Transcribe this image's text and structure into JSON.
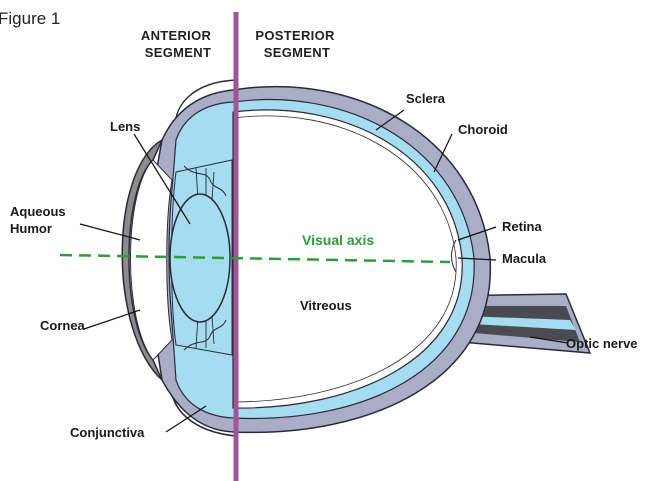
{
  "figure_label": "Figure 1",
  "segments": {
    "anterior": [
      "ANTERIOR",
      "SEGMENT"
    ],
    "posterior": [
      "POSTERIOR",
      "SEGMENT"
    ]
  },
  "labels": {
    "sclera": "Sclera",
    "choroid": "Choroid",
    "lens": "Lens",
    "aqueous_humor": [
      "Aqueous",
      "Humor"
    ],
    "visual_axis": "Visual axis",
    "retina": "Retina",
    "macula": "Macula",
    "vitreous": "Vitreous",
    "cornea": "Cornea",
    "optic_nerve": "Optic nerve",
    "conjunctiva": "Conjunctiva"
  },
  "colors": {
    "sclera": "#a9adc6",
    "choroid": "#a6dcef",
    "retina": "#ffffff",
    "outline": "#2a2a3a",
    "cornea": "#8c8c8c",
    "divider": "#a0559a",
    "visual_axis": "#2e9b3c"
  }
}
